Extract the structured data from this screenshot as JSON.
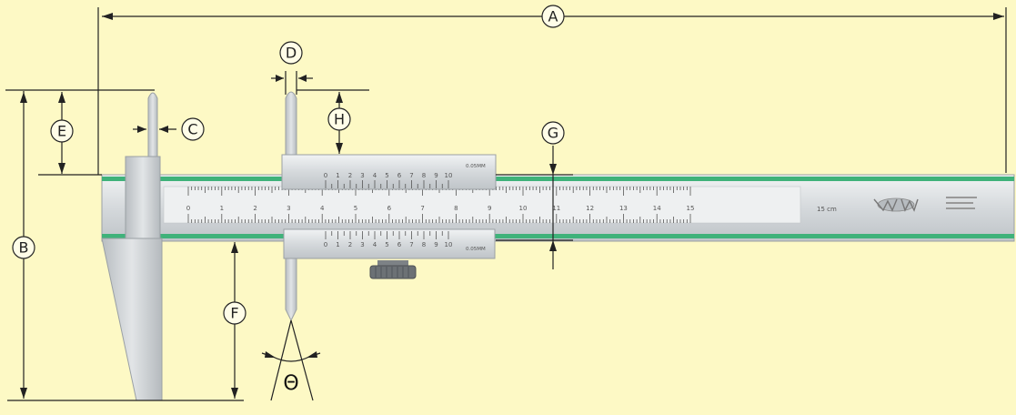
{
  "labels": {
    "A": "A",
    "B": "B",
    "C": "C",
    "D": "D",
    "E": "E",
    "F": "F",
    "G": "G",
    "H": "H",
    "theta": "Θ"
  },
  "scale": {
    "main_numbers": [
      "0",
      "1",
      "2",
      "3",
      "4",
      "5",
      "6",
      "7",
      "8",
      "9",
      "10",
      "11",
      "12",
      "13",
      "14",
      "15"
    ],
    "unit": "15 cm",
    "vernier_numbers": [
      "0",
      "1",
      "2",
      "3",
      "4",
      "5",
      "6",
      "7",
      "8",
      "9",
      "10"
    ],
    "vernier_unit": "0.05MM"
  },
  "colors": {
    "background": "#fdf9c5",
    "stripe": "#3fb27a",
    "steel": "#d9dde0"
  }
}
